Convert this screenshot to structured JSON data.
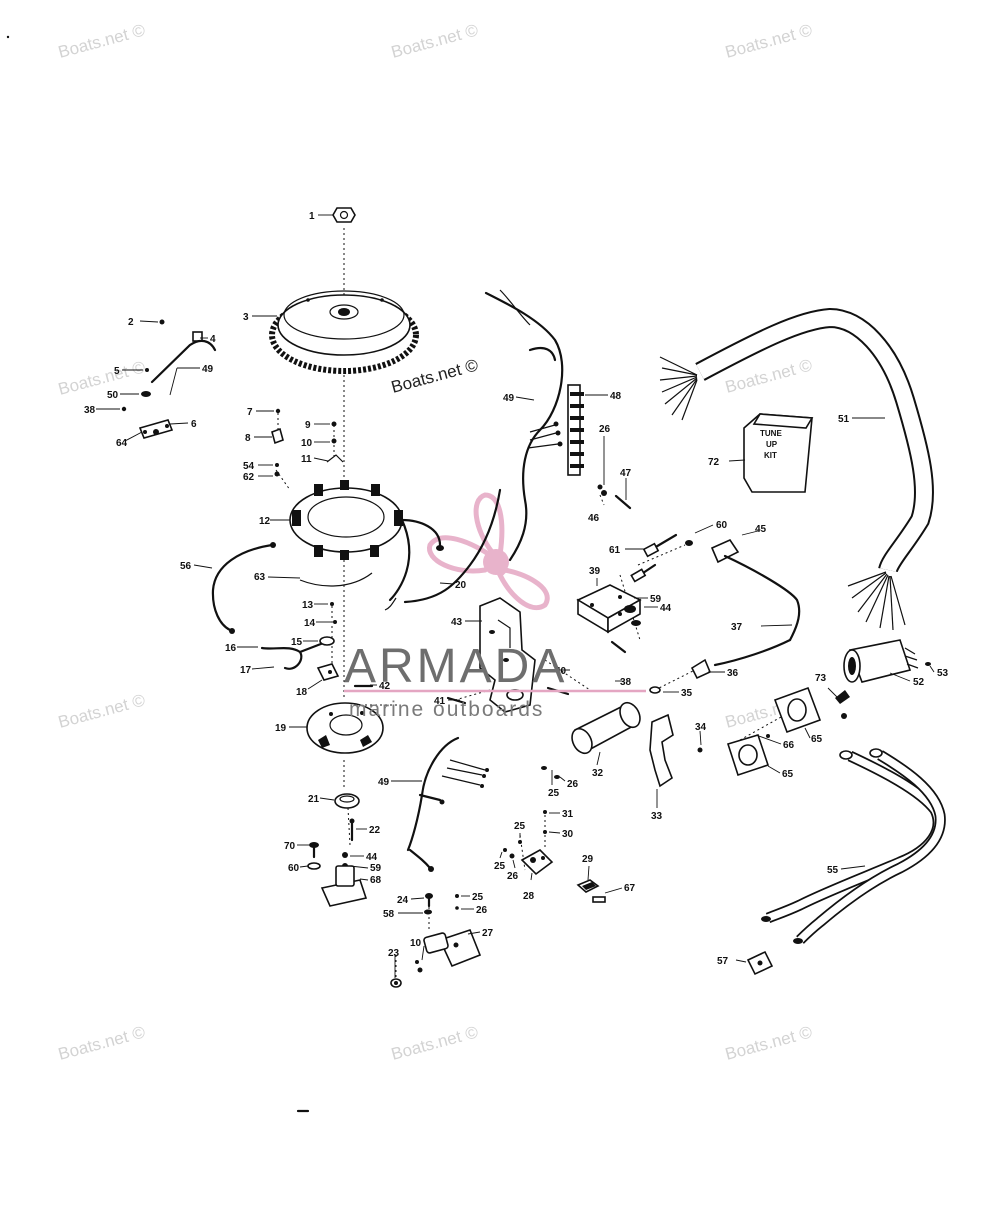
{
  "watermark": "Boats.net ©",
  "brand": {
    "name": "ARMADA",
    "tagline": "marine outboards",
    "accent": "#e4a6c2"
  },
  "tune_up_kit": [
    "TUNE",
    "UP",
    "KIT"
  ],
  "callouts": [
    "1",
    "2",
    "3",
    "4",
    "5",
    "49",
    "50",
    "38",
    "64",
    "6",
    "7",
    "9",
    "8",
    "10",
    "11",
    "54",
    "62",
    "12",
    "56",
    "63",
    "13",
    "14",
    "16",
    "15",
    "17",
    "18",
    "19",
    "21",
    "22",
    "70",
    "60",
    "44",
    "59",
    "68",
    "49",
    "48",
    "26",
    "47",
    "46",
    "72",
    "51",
    "61",
    "60",
    "45",
    "39",
    "59",
    "44",
    "20",
    "43",
    "37",
    "40",
    "38",
    "36",
    "35",
    "42",
    "41",
    "34",
    "32",
    "25",
    "26",
    "66",
    "65",
    "65",
    "73",
    "52",
    "53",
    "31",
    "30",
    "25",
    "25",
    "26",
    "28",
    "29",
    "67",
    "24",
    "25",
    "58",
    "26",
    "27",
    "10",
    "23",
    "55",
    "57",
    "33"
  ]
}
